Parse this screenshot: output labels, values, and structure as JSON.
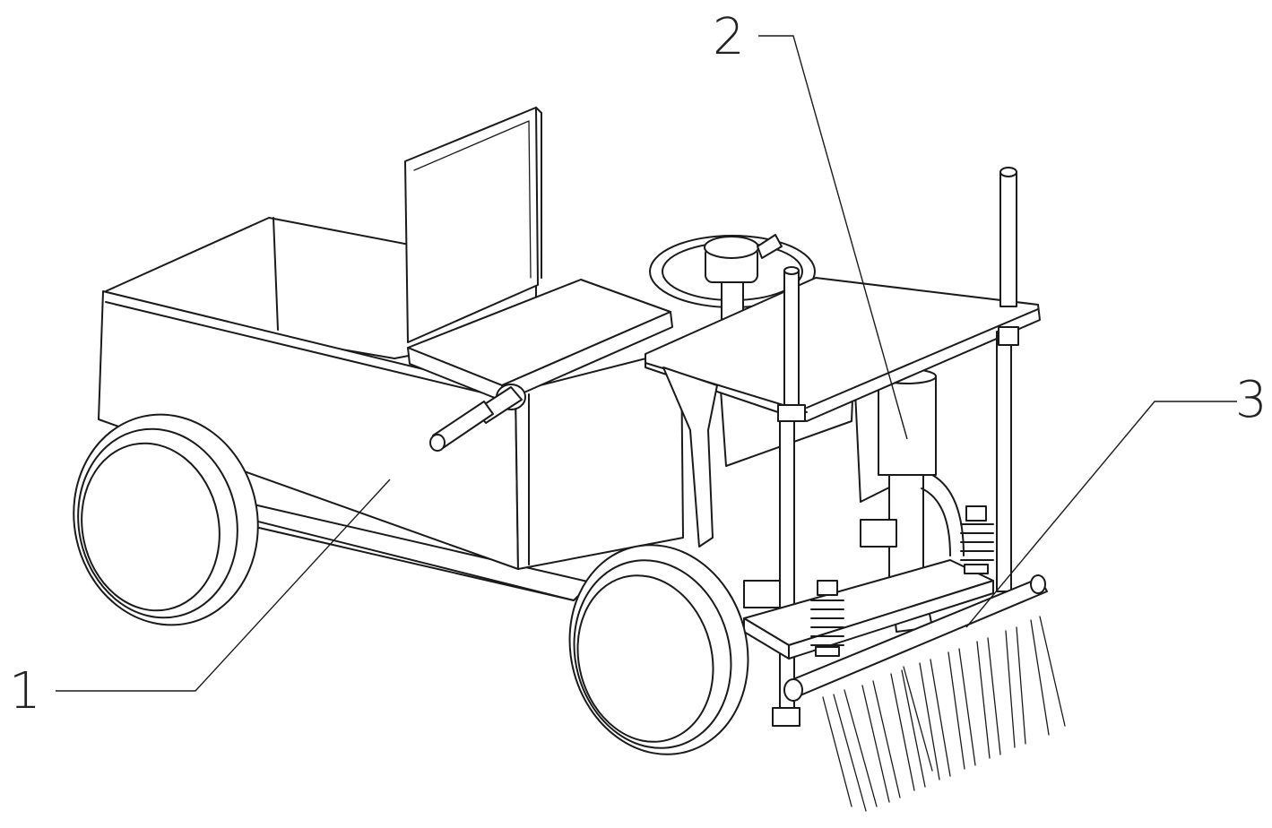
{
  "labels": {
    "part1": "1",
    "part2": "2",
    "part3": "3"
  },
  "colors": {
    "line": "#1a1a1a",
    "background": "#ffffff"
  }
}
